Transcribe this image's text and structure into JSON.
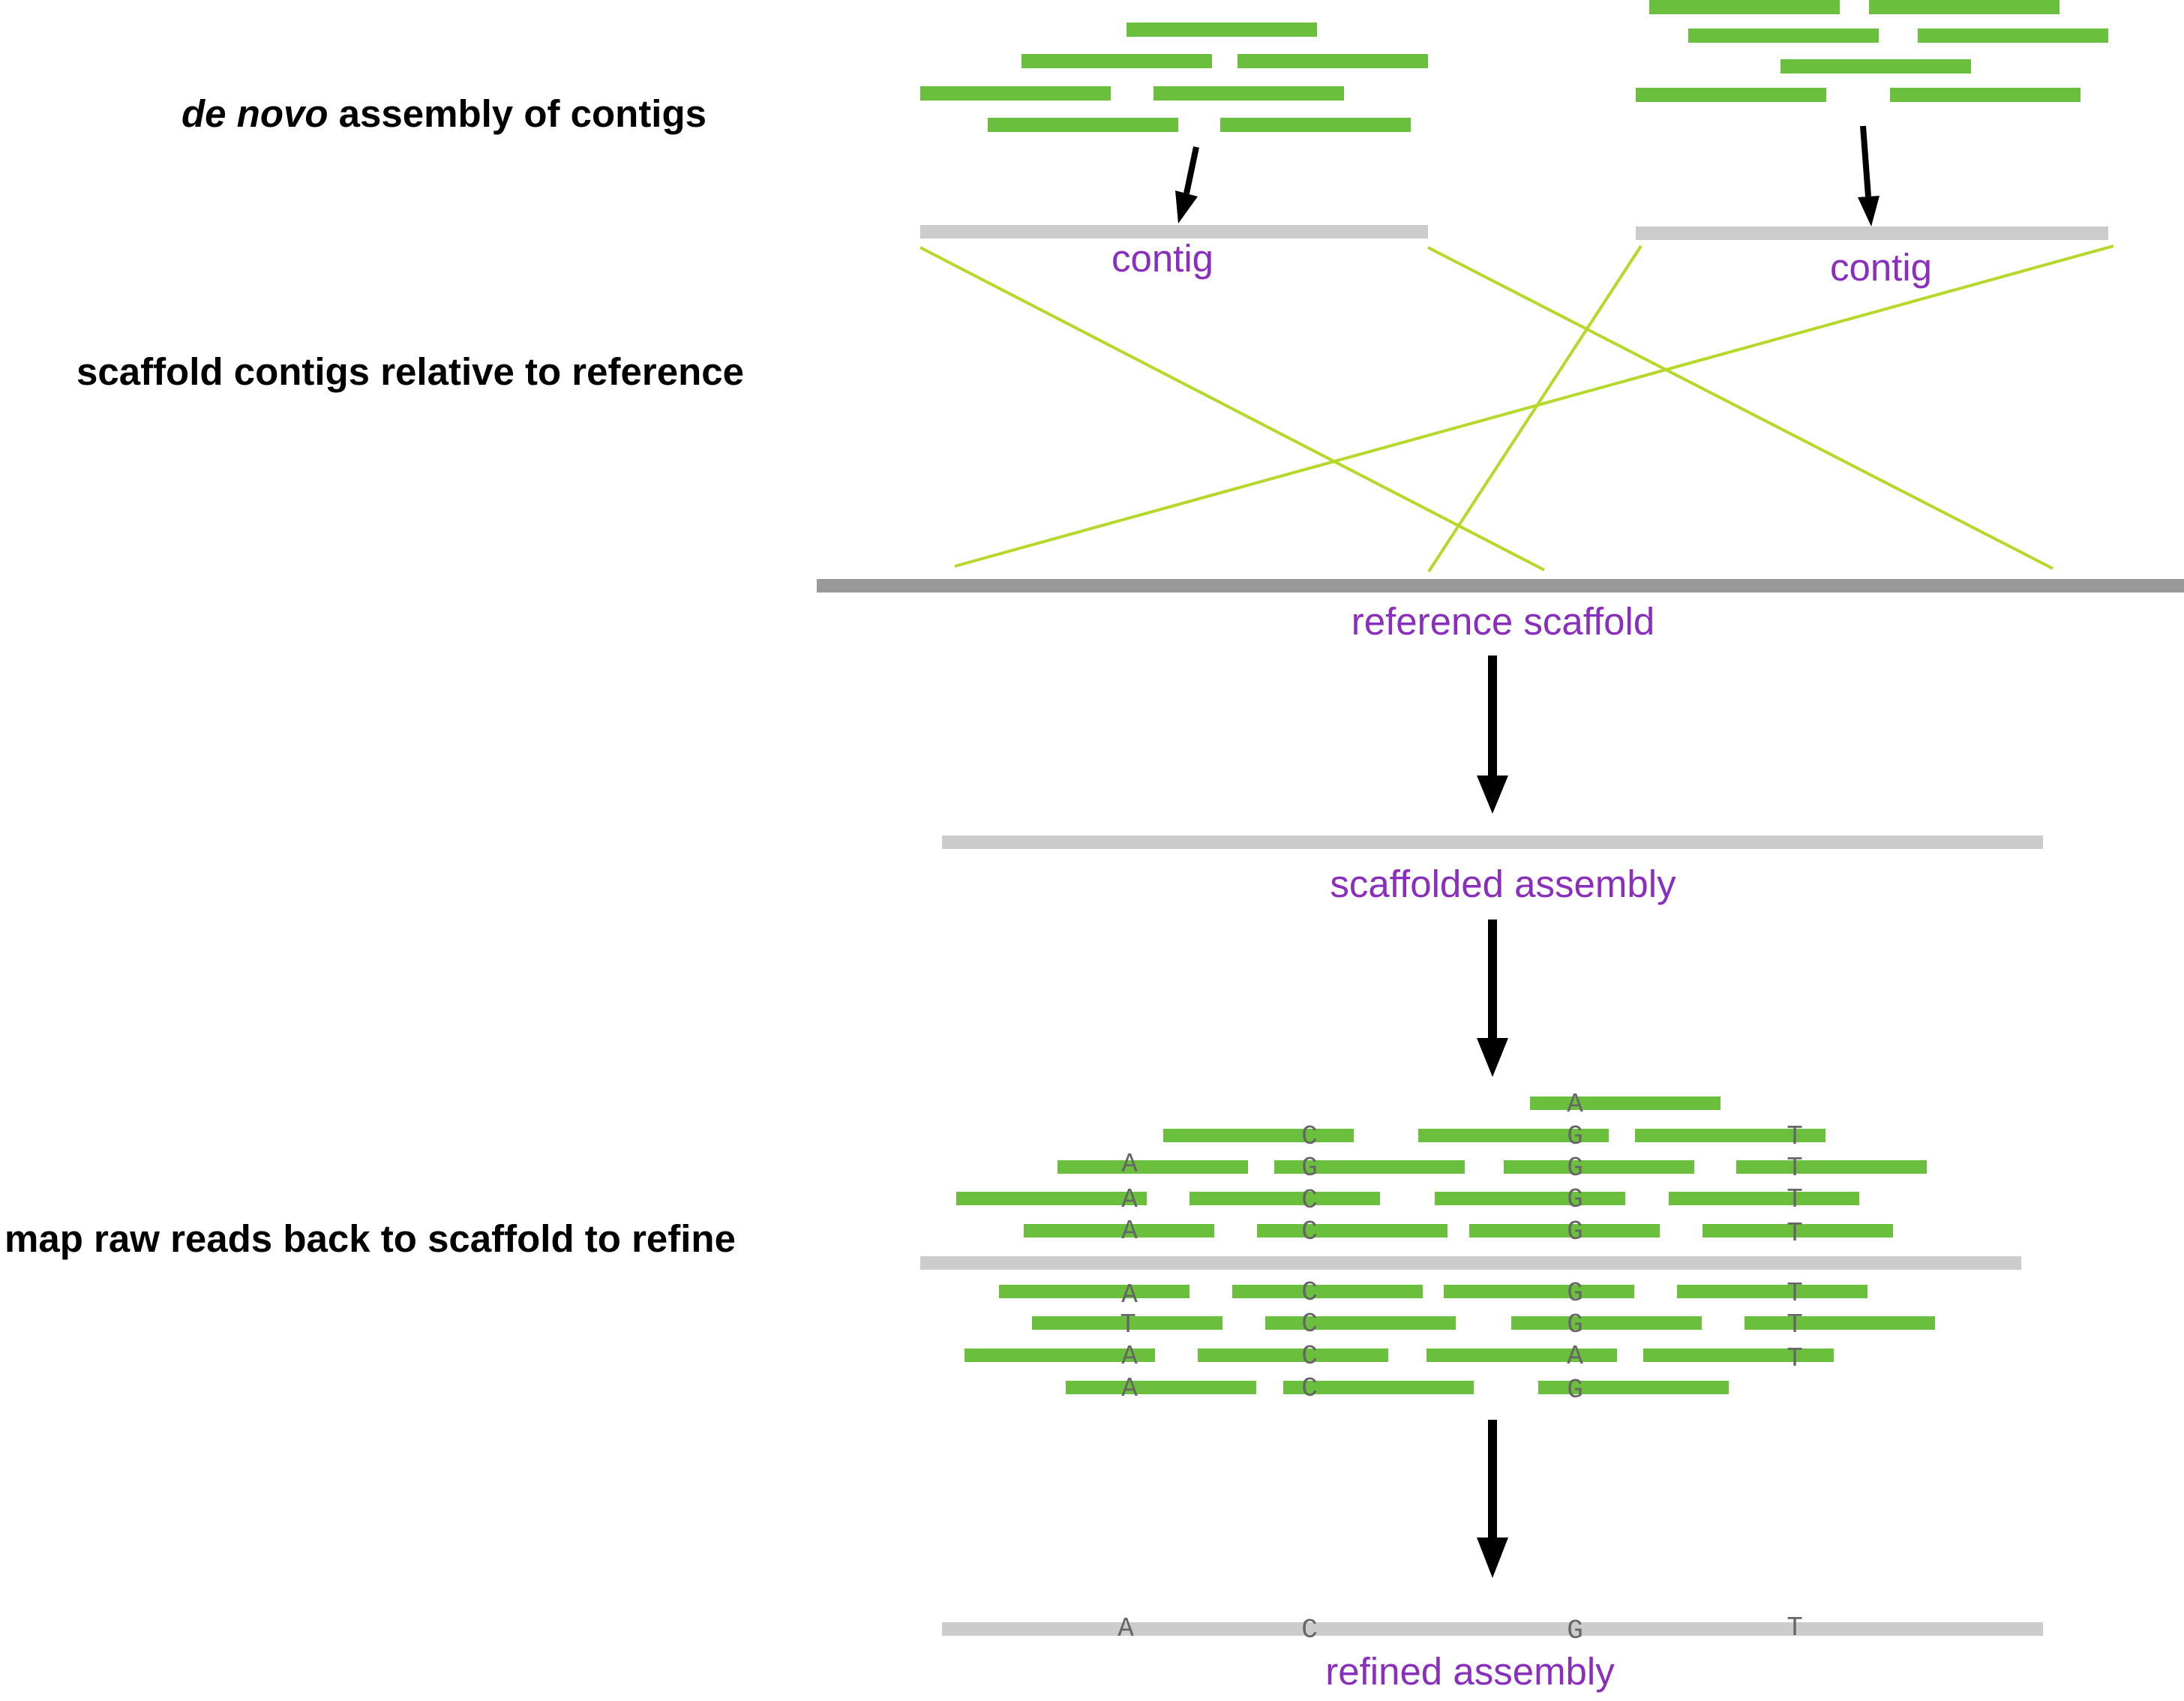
{
  "labels": {
    "step1_prefix": "de novo",
    "step1_suffix": " assembly of contigs",
    "step2": "scaffold contigs relative to reference",
    "step3": "map raw reads back to scaffold to refine",
    "contig_left": "contig",
    "contig_right": "contig",
    "reference_scaffold": "reference scaffold",
    "scaffolded_assembly": "scaffolded assembly",
    "refined_assembly": "refined assembly"
  },
  "colors": {
    "read": "#6abf3c",
    "contig_bar": "#cccccc",
    "reference_bar": "#999999",
    "mapping_line": "#b5d82a",
    "label_purple": "#8a2fbd",
    "arrow": "#000000",
    "base_letter": "#666666"
  },
  "mapped_reads": {
    "upper": [
      [
        "A"
      ],
      [
        "C",
        "G",
        "T"
      ],
      [
        "A",
        "G",
        "G",
        "T"
      ],
      [
        "A",
        "C",
        "G",
        "T"
      ],
      [
        "A",
        "C",
        "G",
        "T"
      ]
    ],
    "lower": [
      [
        "A",
        "C",
        "G",
        "T"
      ],
      [
        "T",
        "C",
        "G",
        "T"
      ],
      [
        "A",
        "C",
        "A",
        "T"
      ],
      [
        "A",
        "C",
        "G"
      ]
    ]
  },
  "refined_bases": [
    "A",
    "C",
    "G",
    "T"
  ]
}
